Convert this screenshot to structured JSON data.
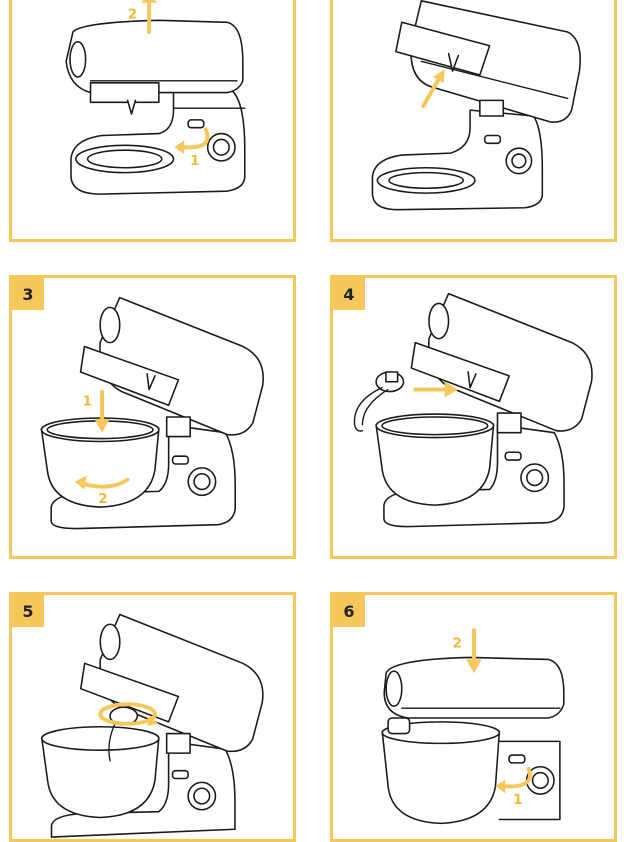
{
  "panels": [
    {
      "id": "step-1",
      "badge": "",
      "arrow_labels": [
        "2",
        "1"
      ]
    },
    {
      "id": "step-2",
      "badge": "",
      "arrow_labels": []
    },
    {
      "id": "step-3",
      "badge": "3",
      "arrow_labels": [
        "1",
        "2"
      ]
    },
    {
      "id": "step-4",
      "badge": "4",
      "arrow_labels": []
    },
    {
      "id": "step-5",
      "badge": "5",
      "arrow_labels": []
    },
    {
      "id": "step-6",
      "badge": "6",
      "arrow_labels": [
        "2",
        "1"
      ]
    }
  ],
  "colors": {
    "accent": "#f6c75a",
    "line": "#1a1a1a",
    "background": "#ffffff"
  },
  "icons": [
    "stand-mixer-illustration",
    "mixing-bowl-illustration",
    "dough-hook-illustration",
    "direction-arrow-icon",
    "rotation-arrow-icon"
  ]
}
